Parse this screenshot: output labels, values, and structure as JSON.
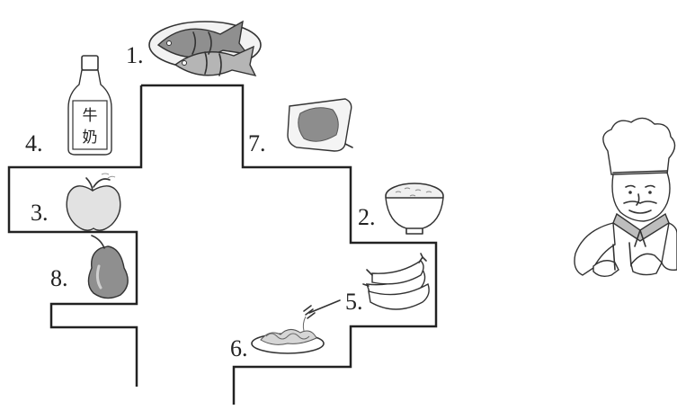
{
  "labels": {
    "fish": "1.",
    "rice": "2.",
    "apple": "3.",
    "milk": "4.",
    "banana": "5.",
    "noodles": "6.",
    "bread": "7.",
    "pear": "8."
  },
  "milk_bottle_text": [
    "牛",
    "奶"
  ],
  "colors": {
    "ink": "#222222",
    "shade": "#9a9a9a",
    "light": "#d9d9d9"
  },
  "icons": [
    "fish-icon",
    "rice-bowl-icon",
    "apple-icon",
    "milk-bottle-icon",
    "banana-icon",
    "noodles-plate-icon",
    "bread-icon",
    "pear-icon",
    "chef-icon"
  ]
}
